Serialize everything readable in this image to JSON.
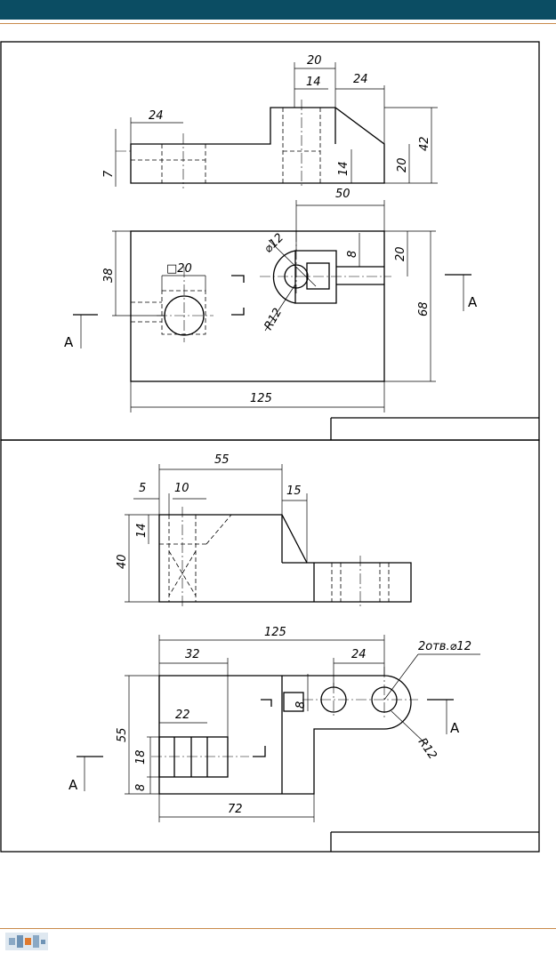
{
  "header": {
    "bar_color": "#0b4d63",
    "rule_color": "#c98a4a"
  },
  "drawing1": {
    "front_view": {
      "dims": [
        "20",
        "14",
        "24",
        "24",
        "7",
        "14",
        "20",
        "42"
      ]
    },
    "top_view": {
      "dims": [
        "50",
        "⌀12",
        "8",
        "20",
        "38",
        "□20",
        "R12",
        "68",
        "125"
      ],
      "section_label_left": "A",
      "section_label_right": "A"
    }
  },
  "drawing2": {
    "front_view": {
      "dims": [
        "55",
        "5",
        "10",
        "15",
        "14",
        "40"
      ]
    },
    "top_view": {
      "dims": [
        "125",
        "32",
        "24",
        "2отв.⌀12",
        "8",
        "22",
        "55",
        "18",
        "8",
        "R12",
        "72"
      ],
      "section_label_left": "A",
      "section_label_right": "A"
    }
  },
  "footer": {
    "logo": "publisher-logo-icon"
  }
}
